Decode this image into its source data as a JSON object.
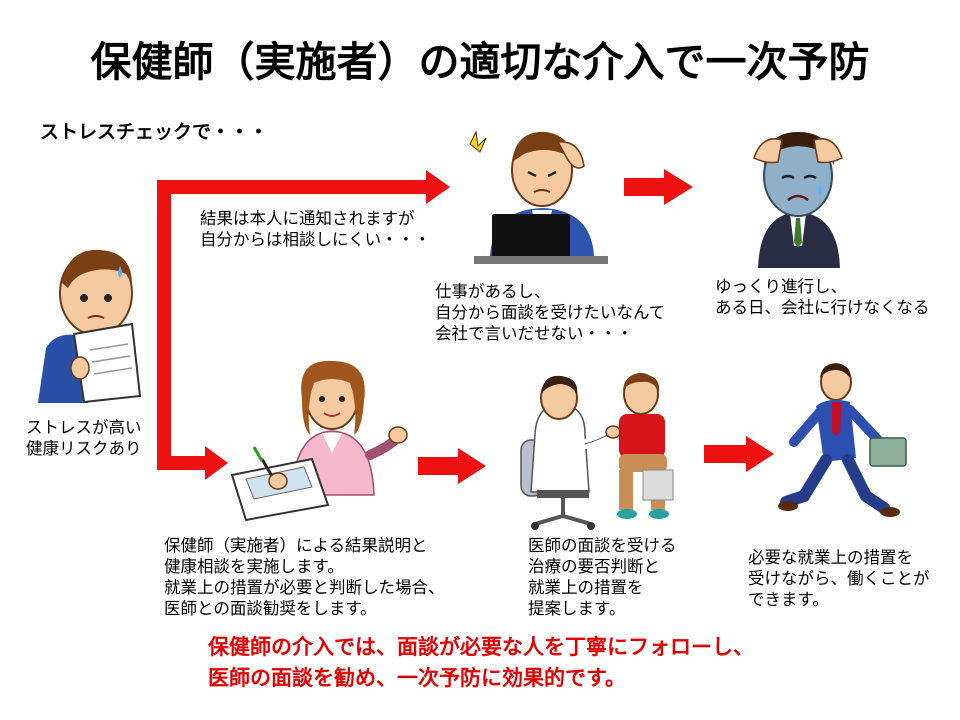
{
  "title": "保健師（実施者）の適切な介入で一次予防",
  "subtitle": "ストレスチェックで・・・",
  "start_label": "ストレスが高い\n健康リスクあり",
  "upper_branch_note": "結果は本人に通知されますが\n自分からは相談しにくい・・・",
  "upper_steps": [
    "仕事があるし、\n自分から面談を受けたいなんて\n会社で言いだせない・・・",
    "ゆっくり進行し、\nある日、会社に行けなくなる"
  ],
  "lower_steps": [
    "保健師（実施者）による結果説明と\n健康相談を実施します。\n就業上の措置が必要と判断した場合、\n医師との面談勧奨をします。",
    "医師の面談を受ける\n治療の要否判断と\n就業上の措置を\n提案します。",
    "必要な就業上の措置を\n受けながら、働くことが\nできます。"
  ],
  "conclusion": "保健師の介入では、面談が必要な人を丁寧にフォローし、\n医師の面談を勧め、一次予防に効果的です。",
  "colors": {
    "arrow": "#ee1111",
    "conclusion_text": "#e00000"
  },
  "icons": [
    "worried-worker-icon",
    "stressed-worker-at-laptop-icon",
    "depressed-worker-icon",
    "public-health-nurse-icon",
    "doctor-consultation-icon",
    "worker-walking-icon"
  ]
}
